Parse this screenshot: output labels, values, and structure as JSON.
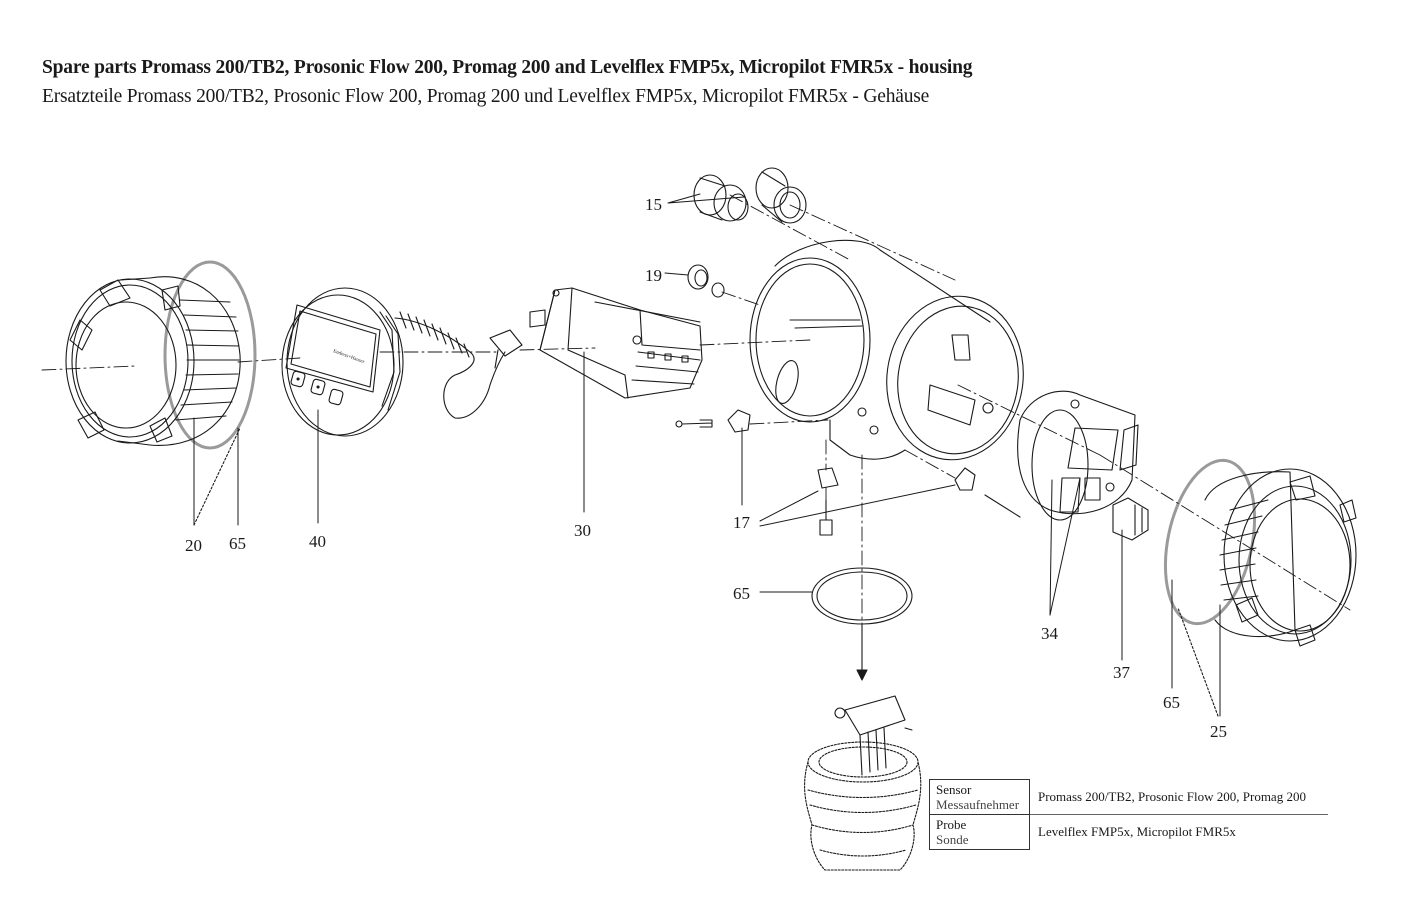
{
  "header": {
    "title_en": "Spare parts Promass 200/TB2, Prosonic Flow 200, Promag 200 and Levelflex FMP5x, Micropilot FMR5x - housing",
    "title_de": "Ersatzteile Promass 200/TB2, Prosonic Flow 200, Promag 200 und Levelflex FMP5x, Micropilot FMR5x - Gehäuse"
  },
  "callouts": {
    "c15": "15",
    "c19": "19",
    "c20": "20",
    "c65_left": "65",
    "c40": "40",
    "c30": "30",
    "c17": "17",
    "c65_mid": "65",
    "c34": "34",
    "c37": "37",
    "c65_right": "65",
    "c25": "25"
  },
  "display_brand": "Endress+Hauser",
  "legend": {
    "rows": [
      {
        "key_en": "Sensor",
        "key_de": "Messaufnehmer",
        "value": "Promass 200/TB2, Prosonic Flow 200, Promag 200"
      },
      {
        "key_en": "Probe",
        "key_de": "Sonde",
        "value": "Levelflex  FMP5x, Micropilot FMR5x"
      }
    ]
  },
  "colors": {
    "line": "#1a1a1a",
    "gasket": "#9a9a9a"
  }
}
